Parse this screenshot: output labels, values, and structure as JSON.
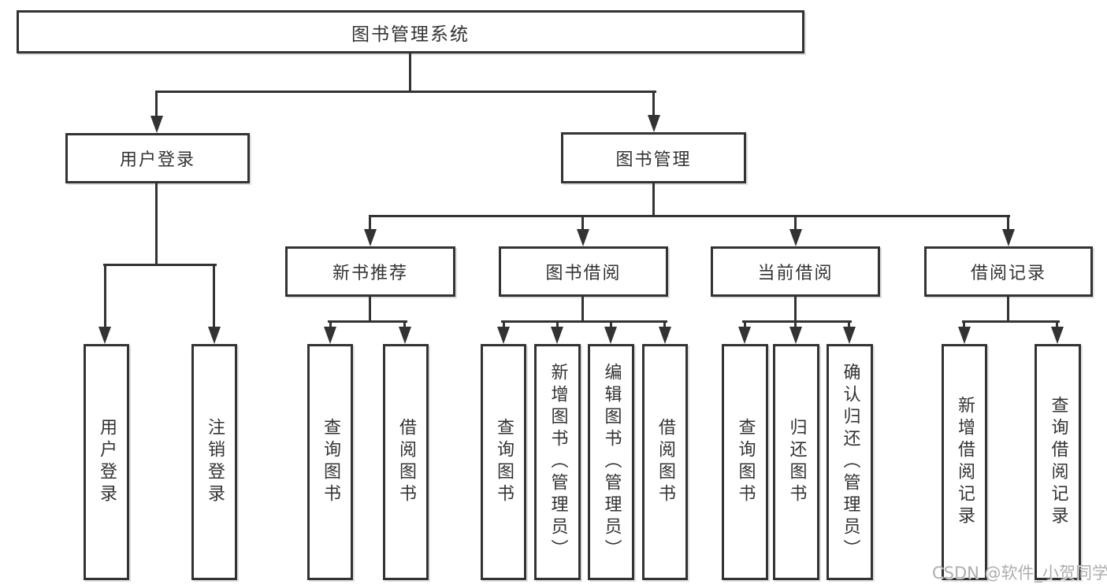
{
  "title": {
    "label": "图书管理系统"
  },
  "level2": {
    "user_login": {
      "label": "用户登录"
    },
    "book_management": {
      "label": "图书管理"
    }
  },
  "level3": {
    "new_book_recommend": {
      "label": "新书推荐"
    },
    "book_borrow": {
      "label": "图书借阅"
    },
    "current_borrow": {
      "label": "当前借阅"
    },
    "borrow_records": {
      "label": "借阅记录"
    }
  },
  "level4": {
    "user_login_leaf": {
      "label": "用户登录"
    },
    "logout": {
      "label": "注销登录"
    },
    "nb_query_books": {
      "label": "查询图书"
    },
    "nb_borrow_books": {
      "label": "借阅图书"
    },
    "bb_query_books": {
      "label": "查询图书"
    },
    "bb_add_books": {
      "label": "新增图书（管理员）"
    },
    "bb_edit_books": {
      "label": "编辑图书（管理员）"
    },
    "bb_borrow_books": {
      "label": "借阅图书"
    },
    "cb_query_books": {
      "label": "查询图书"
    },
    "cb_return_books": {
      "label": "归还图书"
    },
    "cb_confirm_return": {
      "label": "确认归还（管理员）"
    },
    "br_add_record": {
      "label": "新增借阅记录"
    },
    "br_query_record": {
      "label": "查询借阅记录"
    }
  },
  "watermark": {
    "text": "CSDN @软件_小贺同学"
  },
  "colors": {
    "line": "#333333",
    "text": "#333333",
    "background": "#ffffff",
    "watermark": "#aeaeae"
  }
}
